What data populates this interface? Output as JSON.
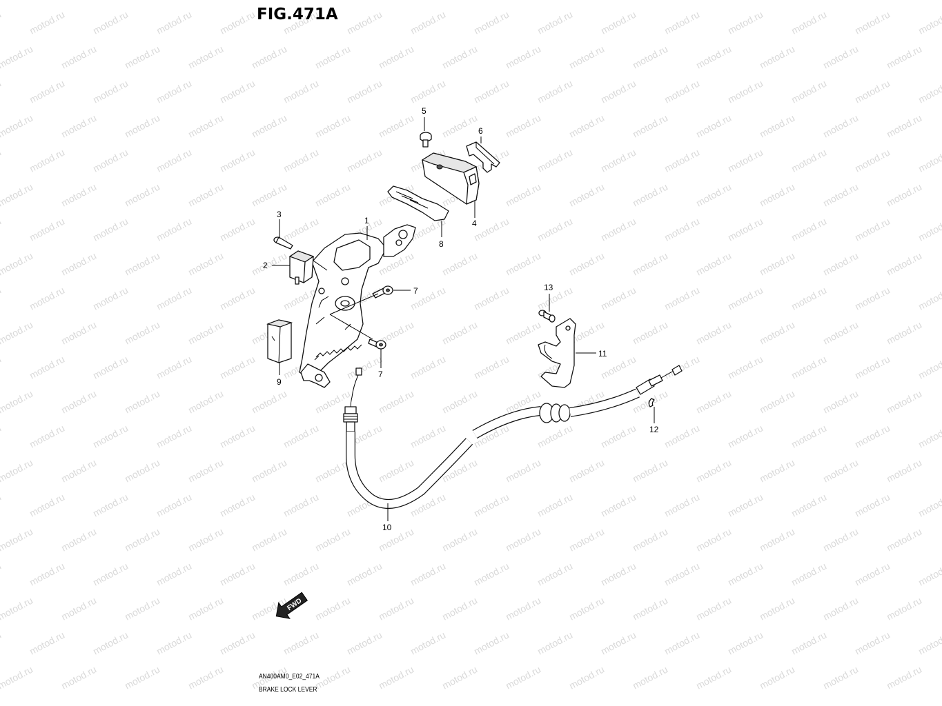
{
  "figure": {
    "title": "FIG.471A",
    "model_code": "AN400AM0_E02_471A",
    "name": "BRAKE LOCK LEVER"
  },
  "watermark": "motod.ru",
  "fwd_label": "FWD",
  "callouts": [
    {
      "id": "c1",
      "label": "1"
    },
    {
      "id": "c2",
      "label": "2"
    },
    {
      "id": "c3",
      "label": "3"
    },
    {
      "id": "c4",
      "label": "4"
    },
    {
      "id": "c5",
      "label": "5"
    },
    {
      "id": "c6",
      "label": "6"
    },
    {
      "id": "c7a",
      "label": "7"
    },
    {
      "id": "c7b",
      "label": "7"
    },
    {
      "id": "c8",
      "label": "8"
    },
    {
      "id": "c9",
      "label": "9"
    },
    {
      "id": "c10",
      "label": "10"
    },
    {
      "id": "c11",
      "label": "11"
    },
    {
      "id": "c12",
      "label": "12"
    },
    {
      "id": "c13",
      "label": "13"
    }
  ]
}
